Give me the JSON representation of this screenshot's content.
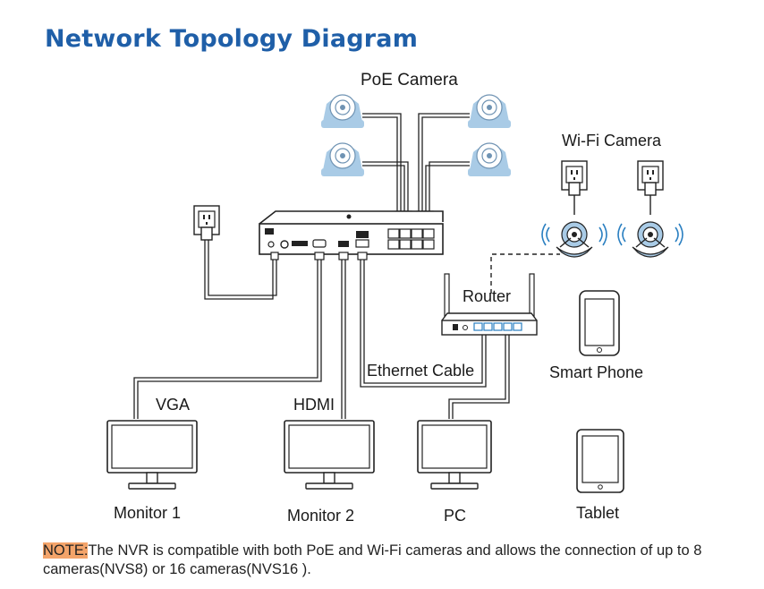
{
  "title": "Network Topology Diagram",
  "labels": {
    "poe_camera": "PoE Camera",
    "wifi_camera": "Wi-Fi Camera",
    "router": "Router",
    "ethernet_cable": "Ethernet Cable",
    "smart_phone": "Smart Phone",
    "vga": "VGA",
    "hdmi": "HDMI",
    "monitor1": "Monitor 1",
    "monitor2": "Monitor 2",
    "pc": "PC",
    "tablet": "Tablet"
  },
  "note": {
    "tag": "NOTE:",
    "text": "The NVR is compatible with both PoE and Wi-Fi cameras and allows the connection of up to 8 cameras(NVS8) or 16 cameras(NVS16 )."
  },
  "colors": {
    "title": "#1f5fa8",
    "camera": "#a9cbe6",
    "note_highlight": "#f4a46a"
  }
}
